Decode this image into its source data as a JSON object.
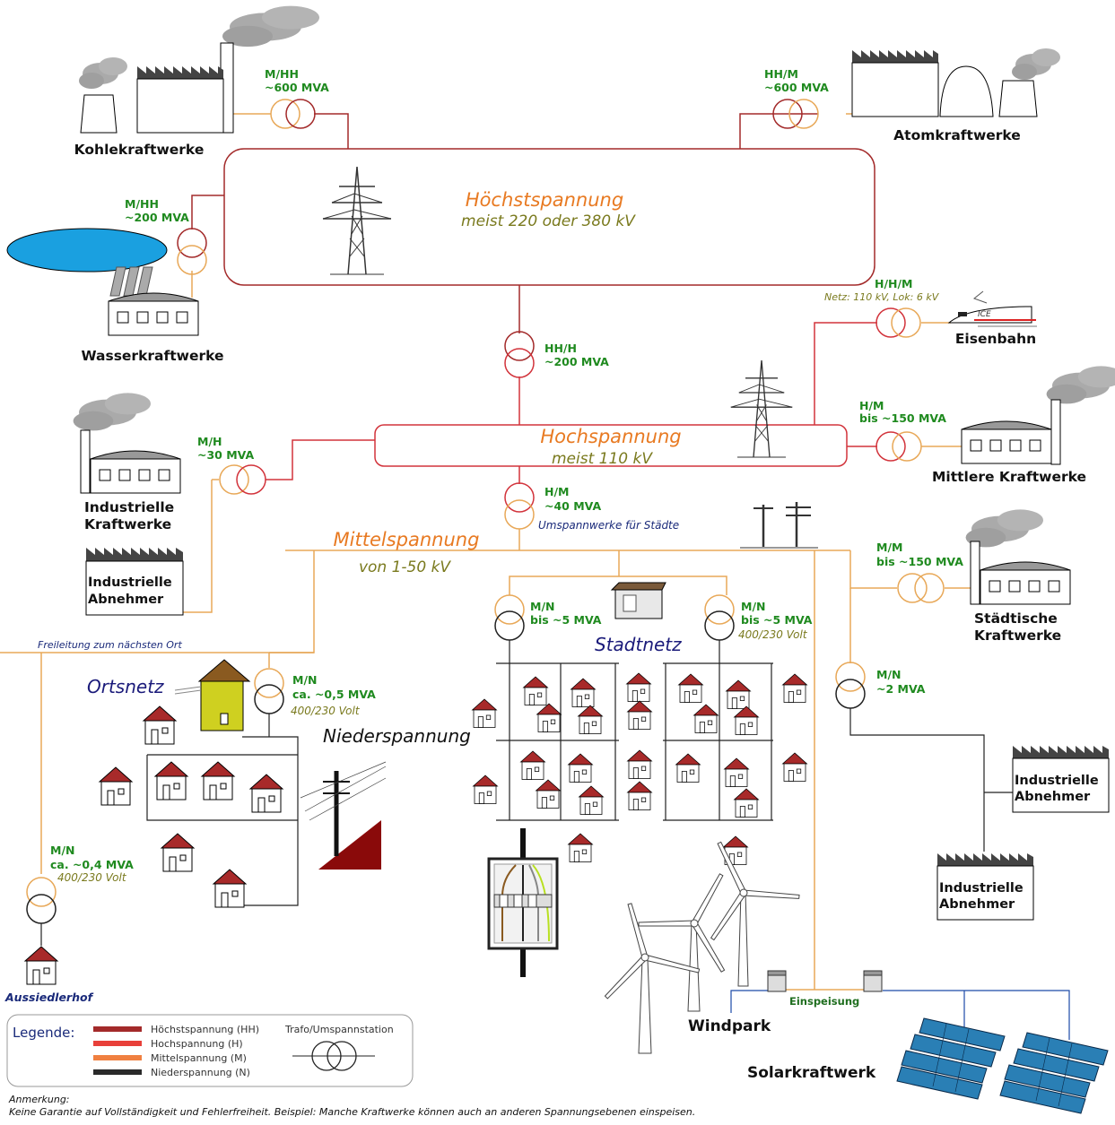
{
  "levels": {
    "hh": {
      "title": "Höchstspannung",
      "sub": "meist 220 oder 380 kV"
    },
    "h": {
      "title": "Hochspannung",
      "sub": "meist 110 kV"
    },
    "m": {
      "title": "Mittelspannung",
      "sub": "von 1-50 kV"
    },
    "n": {
      "title": "Niederspannung"
    }
  },
  "plants": {
    "kohle": "Kohlekraftwerke",
    "atom": "Atomkraftwerke",
    "wasser": "Wasserkraftwerke",
    "eisenbahn": "Eisenbahn",
    "mittlere": "Mittlere Kraftwerke",
    "industrie_kw_1": "Industrielle",
    "industrie_kw_2": "Kraftwerke",
    "industrie_ab_1": "Industrielle",
    "industrie_ab_2": "Abnehmer",
    "staedtisch_1": "Städtische",
    "staedtisch_2": "Kraftwerke",
    "industrie_ab2_1": "Industrielle",
    "industrie_ab2_2": "Abnehmer",
    "industrie_ab3_1": "Industrielle",
    "industrie_ab3_2": "Abnehmer",
    "windpark": "Windpark",
    "solar": "Solarkraftwerk",
    "aussiedlerhof": "Aussiedlerhof",
    "ice": "ICE"
  },
  "trafos": {
    "kohle": {
      "type": "M/HH",
      "power": "~600 MVA"
    },
    "atom": {
      "type": "HH/M",
      "power": "~600 MVA"
    },
    "wasser": {
      "type": "M/HH",
      "power": "~200 MVA"
    },
    "hhh": {
      "type": "HH/H",
      "power": "~200 MVA"
    },
    "bahn": {
      "type": "H/H/M",
      "note": "Netz: 110 kV, Lok: 6 kV"
    },
    "mittlere": {
      "type": "H/M",
      "power": "bis ~150 MVA"
    },
    "industrie": {
      "type": "M/H",
      "power": "~30 MVA"
    },
    "hm": {
      "type": "H/M",
      "power": "~40 MVA",
      "note": "Umspannwerke für Städte"
    },
    "staedtisch": {
      "type": "M/M",
      "power": "bis ~150 MVA"
    },
    "stadt1": {
      "type": "M/N",
      "power": "bis ~5 MVA"
    },
    "stadt2": {
      "type": "M/N",
      "power": "bis ~5 MVA",
      "volt": "400/230 Volt"
    },
    "ort": {
      "type": "M/N",
      "power": "ca. ~0,5 MVA",
      "volt": "400/230 Volt"
    },
    "ind2": {
      "type": "M/N",
      "power": "~2 MVA"
    },
    "hof": {
      "type": "M/N",
      "power": "ca. ~0,4 MVA",
      "volt": "400/230 Volt"
    }
  },
  "nets": {
    "ortsnetz": "Ortsnetz",
    "stadtnetz": "Stadtnetz",
    "freileitung": "Freileitung zum nächsten Ort",
    "einspeisung": "Einspeisung"
  },
  "legend": {
    "title": "Legende:",
    "items": [
      "Höchstspannung (HH)",
      "Hochspannung (H)",
      "Mittelspannung (M)",
      "Niederspannung (N)"
    ],
    "trafo": "Trafo/Umspannstation"
  },
  "colors": {
    "hh": "#a32a2a",
    "h": "#e8403a",
    "m": "#e8a050",
    "n": "#222222",
    "hh_legend": "#a32a2a",
    "h_legend": "#e8403a",
    "m_legend": "#f08040",
    "n_legend": "#2a2a2a"
  },
  "note": {
    "title": "Anmerkung:",
    "text": "Keine Garantie auf Vollständigkeit und Fehlerfreiheit. Beispiel: Manche Kraftwerke können auch an anderen Spannungsebenen einspeisen."
  }
}
